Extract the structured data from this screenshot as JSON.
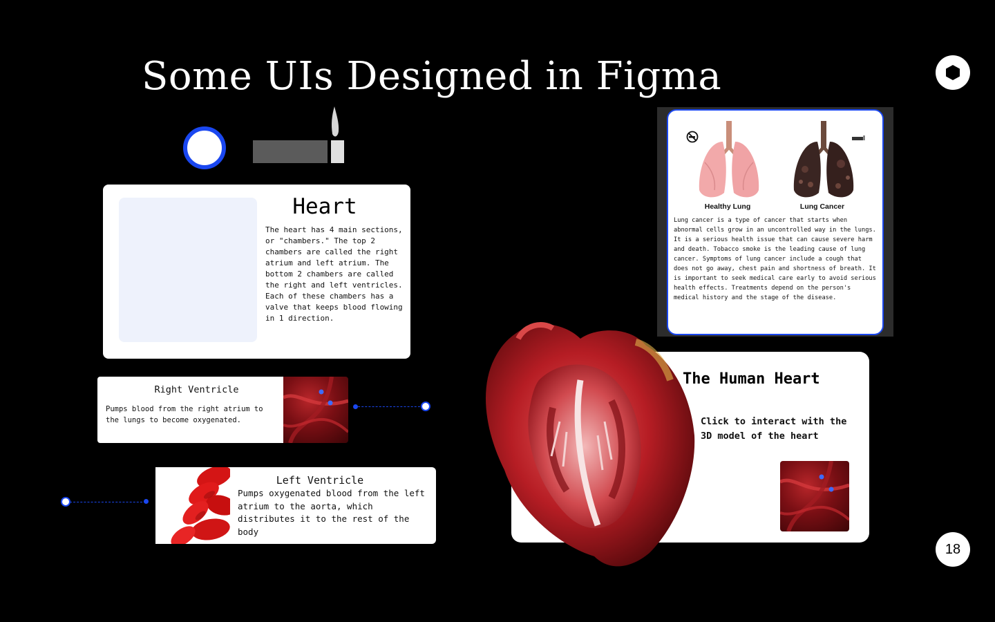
{
  "slide": {
    "title": "Some UIs Designed in Figma",
    "page_number": "18"
  },
  "colors": {
    "accent": "#1a47f0",
    "background": "#000000",
    "card": "#ffffff",
    "tissue_red": "#b8262a"
  },
  "icons": {
    "logo": "hexagon-logo-icon",
    "no_smoking": "no-smoking-icon",
    "cigarette": "cigarette-icon"
  },
  "heart_card": {
    "title": "Heart",
    "body": "The heart has 4 main sections, or \"chambers.\" The top 2 chambers are called the right atrium and left atrium. The bottom 2 chambers are called the right and left ventricles. Each of these chambers has a valve that keeps blood flowing in 1 direction."
  },
  "right_ventricle": {
    "title": "Right Ventricle",
    "body": "Pumps blood from the right atrium to the lungs to become oxygenated."
  },
  "left_ventricle": {
    "title": "Left Ventricle",
    "body": "Pumps oxygenated blood from the left atrium to the aorta, which distributes it to the rest of the body"
  },
  "lung_card": {
    "healthy_label": "Healthy Lung",
    "cancer_label": "Lung Cancer",
    "body": "Lung cancer is a type of cancer that starts when abnormal cells grow in an uncontrolled way in the lungs. It is a serious health issue that can cause severe harm and death. Tobacco smoke is the leading cause of lung cancer. Symptoms of lung cancer include a cough that does not go away, chest pain and shortness of breath. It is important to seek medical care early to avoid serious health effects. Treatments depend on the person's medical history and the stage of the disease."
  },
  "human_heart_card": {
    "title": "The Human Heart",
    "subtitle": "Click to interact with the 3D model of the heart"
  }
}
